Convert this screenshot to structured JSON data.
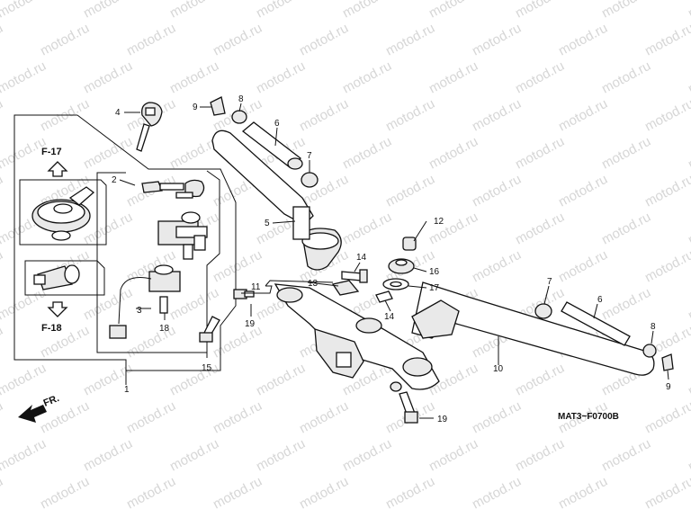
{
  "watermark": "motod.ru",
  "diagram_code": "MAT3−F0700B",
  "front_label": "FR.",
  "refs": {
    "f17": "F-17",
    "f18": "F-18"
  },
  "callouts": {
    "c1": "1",
    "c2": "2",
    "c3": "3",
    "c4": "4",
    "c5": "5",
    "c6a": "6",
    "c6b": "6",
    "c7a": "7",
    "c7b": "7",
    "c8a": "8",
    "c8b": "8",
    "c9a": "9",
    "c9b": "9",
    "c10": "10",
    "c11": "11",
    "c12": "12",
    "c13": "13",
    "c14a": "14",
    "c14b": "14",
    "c15": "15",
    "c16": "16",
    "c17": "17",
    "c18": "18",
    "c19a": "19",
    "c19b": "19"
  }
}
